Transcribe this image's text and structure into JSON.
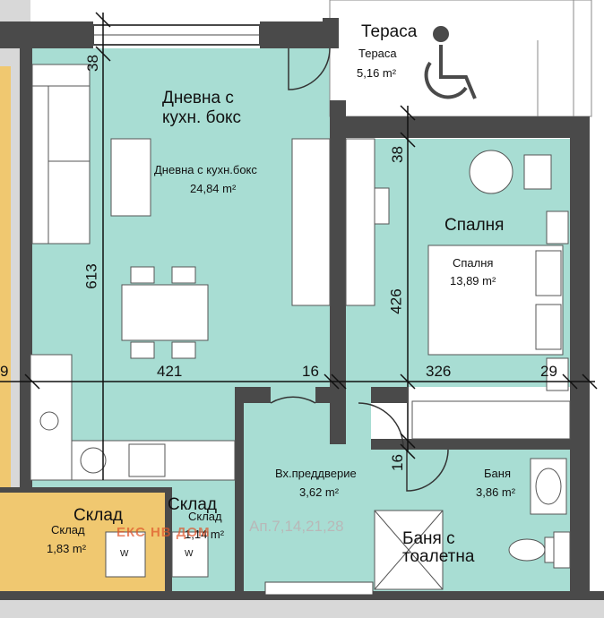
{
  "rooms": {
    "terrace": {
      "title": "Тераса",
      "name": "Тераса",
      "area": "5,16 m²"
    },
    "living": {
      "title": "Дневна с кухн. бокс",
      "title_line1": "Дневна с",
      "title_line2": "кухн. бокс",
      "name": "Дневна с кухн.бокс",
      "area": "24,84 m²"
    },
    "bedroom": {
      "title": "Спалня",
      "name": "Спалня",
      "area": "13,89 m²"
    },
    "hall": {
      "name": "Вх.преддверие",
      "area": "3,62 m²"
    },
    "bath": {
      "name": "Баня",
      "area": "3,86 m²",
      "title_line1": "Баня с",
      "title_line2": "тоалетна"
    },
    "storage_left": {
      "title": "Склад",
      "name": "Склад",
      "area": "1,83 m²"
    },
    "storage_mid": {
      "title": "Склад",
      "name": "Склад",
      "area": "1,14 m²"
    }
  },
  "dimensions": {
    "d38_top": "38",
    "d38_right": "38",
    "d613": "613",
    "d426": "426",
    "d421": "421",
    "d16_mid": "16",
    "d326": "326",
    "d29": "29",
    "d9": "9",
    "d16_bottom": "16"
  },
  "appliance_labels": {
    "washer_left": "W",
    "washer_mid": "W"
  },
  "apartment_numbers": "Ап.7,14,21,28",
  "watermark": "ЕКС НВ ДОМ",
  "colors": {
    "floor": "#a8ddd3",
    "storage": "#f0c870",
    "wall": "#4a4a4a",
    "furniture": "#ffffff",
    "dimension_line": "#111111",
    "terrace": "#ffffff"
  }
}
